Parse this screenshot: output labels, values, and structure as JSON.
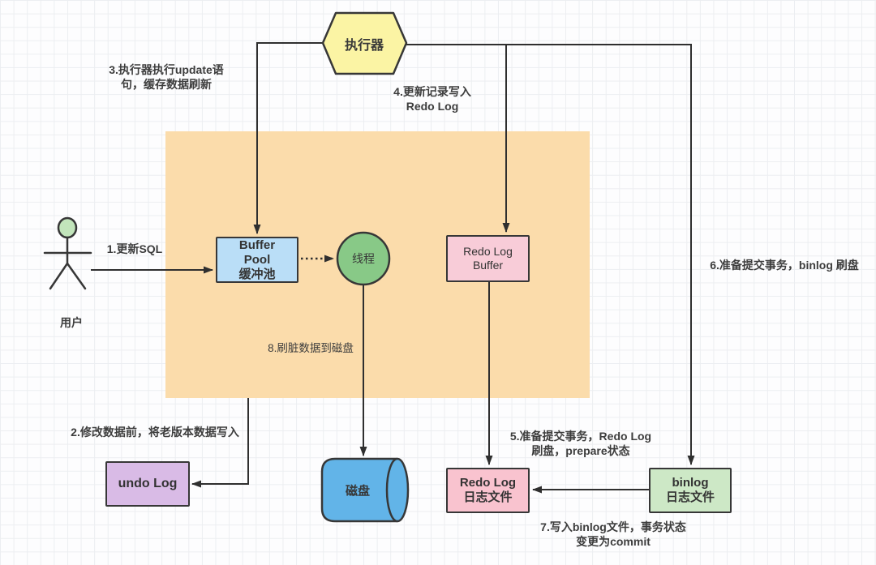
{
  "diagram": {
    "executor": {
      "label": "执行器"
    },
    "user": {
      "label": "用户"
    },
    "thread": {
      "label": "线程"
    },
    "disk": {
      "label": "磁盘"
    },
    "boxes": {
      "buffer_pool": {
        "line1": "Buffer",
        "line2": "Pool",
        "line3": "缓冲池"
      },
      "redo_log_buffer": {
        "line1": "Redo Log",
        "line2": "Buffer"
      },
      "undo_log": {
        "line1": "undo Log"
      },
      "redo_log_file": {
        "line1": "Redo Log",
        "line2": "日志文件"
      },
      "binlog_file": {
        "line1": "binlog",
        "line2": "日志文件"
      }
    },
    "notes": {
      "n1": "1.更新SQL",
      "n2": "2.修改数据前，将老版本数据写入",
      "n3_line1": "3.执行器执行update语",
      "n3_line2": "句，缓存数据刷新",
      "n4_line1": "4.更新记录写入",
      "n4_line2": "Redo Log",
      "n5_line1": "5.准备提交事务，Redo Log",
      "n5_line2": "刷盘，prepare状态",
      "n6": "6.准备提交事务，binlog 刷盘",
      "n7_line1": "7.写入binlog文件，事务状态",
      "n7_line2": "变更为commit",
      "n8": "8.刷脏数据到磁盘"
    },
    "colors": {
      "stroke": "#383838",
      "executor_fill": "#fbf4a4",
      "workspace_fill": "#fbdcab",
      "buffer_pool_fill": "#badef7",
      "thread_fill": "#88c987",
      "redo_buffer_fill": "#f8ccd8",
      "undo_fill": "#d9bbe6",
      "disk_fill": "#62b4e8",
      "redo_file_fill": "#f9c3cf",
      "binlog_fill": "#cde8c6",
      "user_head_fill": "#c2e5bb"
    }
  }
}
